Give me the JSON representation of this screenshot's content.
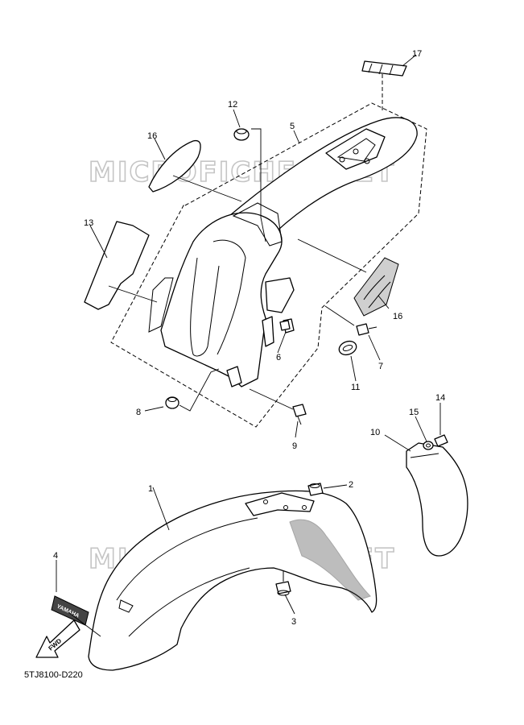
{
  "watermark": "MICROFICHES.NET",
  "diagram_code": "5TJ8100-D220",
  "fwd_label": "FWD",
  "decal_text": "YAMAHA",
  "callouts": {
    "c1": "1",
    "c2": "2",
    "c3": "3",
    "c4": "4",
    "c5": "5",
    "c6": "6",
    "c7": "7",
    "c8": "8",
    "c9": "9",
    "c10": "10",
    "c11": "11",
    "c12": "12",
    "c13": "13",
    "c14": "14",
    "c15": "15",
    "c16a": "16",
    "c16b": "16",
    "c17": "17"
  }
}
